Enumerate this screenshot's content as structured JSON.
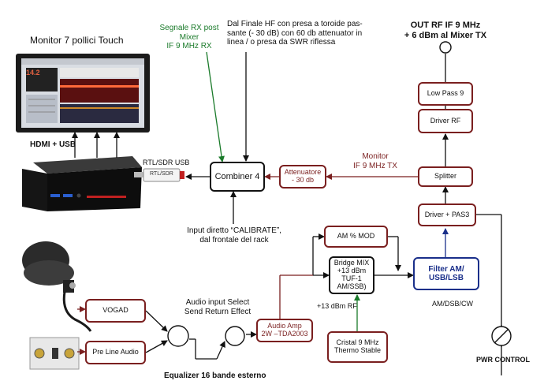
{
  "labels": {
    "monitor_title": "Monitor 7 pollici Touch",
    "hdmi_usb": "HDMI + USB",
    "rtl_sdr": "RTL/SDR USB",
    "signal_rx_1": "Segnale RX post",
    "signal_rx_2": "Mixer",
    "signal_rx_3": "IF 9 MHz RX",
    "hf_note_1": "Dal Finale HF con presa a toroide pas-",
    "hf_note_2": "sante (- 30 dB)  con 60 db attenuator in",
    "hf_note_3": "linea / o presa da SWR riflessa",
    "out_rf_1": "OUT RF IF  9 MHz",
    "out_rf_2": "+ 6 dBm al Mixer TX",
    "monitor_if_1": "Monitor",
    "monitor_if_2": "IF 9 MHz TX",
    "calibrate_1": "Input diretto “CALIBRATE”,",
    "calibrate_2": "dal frontale del rack",
    "audio_select_1": "Audio input Select",
    "audio_select_2": "Send Return Effect",
    "plus13": "+13 dBm RF",
    "am_dsb_cw": "AM/DSB/CW",
    "pwr_control": "PWR CONTROL",
    "equalizer": "Equalizer 16 bande esterno",
    "sdr_dongle_text": "RTL/SDR"
  },
  "boxes": {
    "combiner": "Combiner  4",
    "attenuatore_1": "Attenuatore",
    "attenuatore_2": "- 30 db",
    "splitter": "Splitter",
    "driver_pas3": "Driver + PAS3",
    "driver_rf": "Driver RF",
    "low_pass": "Low Pass 9",
    "am_mod": "AM % MOD",
    "bridge_1": "Bridge MIX",
    "bridge_2": "+13 dBm",
    "bridge_3": "TUF-1 AM/SSB)",
    "filter_1": "Filter AM/",
    "filter_2": "USB/LSB",
    "vogad": "VOGAD",
    "pre_line": "Pre Line Audio",
    "audio_amp_1": "Audio Amp",
    "audio_amp_2": "2W –TDA2003",
    "cristal_1": "Cristal 9 MHz",
    "cristal_2": "Thermo Stable"
  },
  "colors": {
    "dark_red": "#7a1f1f",
    "green": "#1a7a2a",
    "blue": "#1a2f8a",
    "black": "#111111"
  }
}
